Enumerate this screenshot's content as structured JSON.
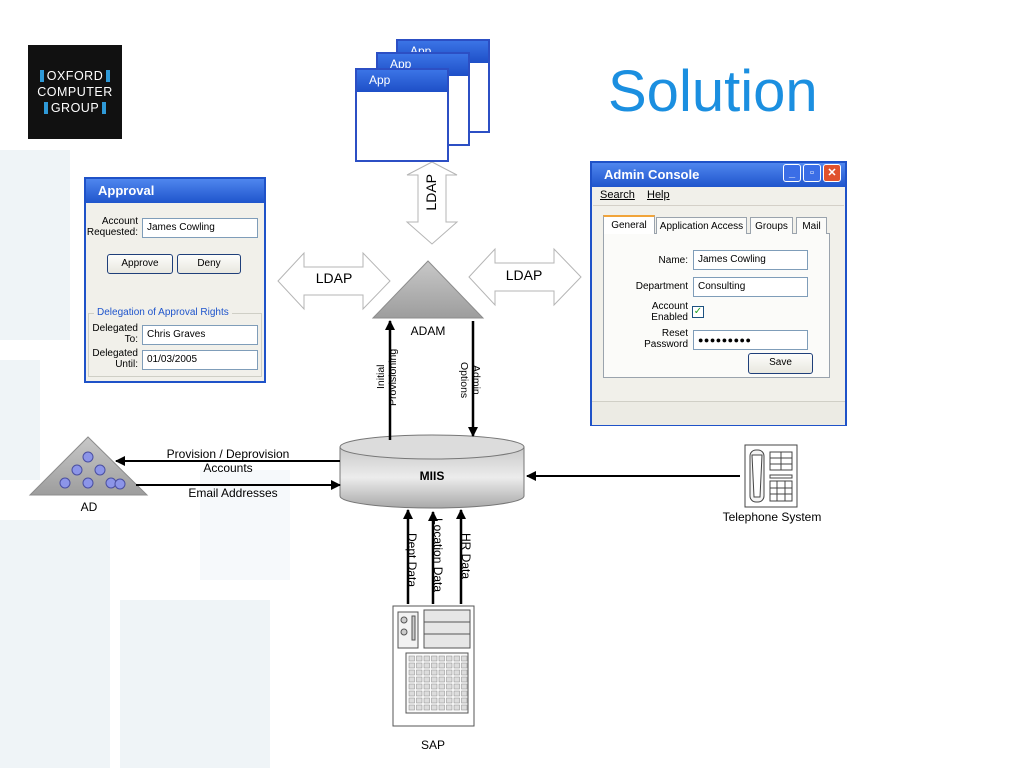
{
  "slide": {
    "title": "Solution"
  },
  "logo": {
    "line1": "OXFORD",
    "line2": "COMPUTER",
    "line3": "GROUP"
  },
  "app_stack": {
    "back_label": "App",
    "middle_label": "App",
    "front_label": "App"
  },
  "protocol_labels": {
    "top": "LDAP",
    "left": "LDAP",
    "right": "LDAP"
  },
  "approval": {
    "title": "Approval",
    "account_label": "Account Requested:",
    "account_value": "James Cowling",
    "approve_button": "Approve",
    "deny_button": "Deny",
    "delegation_title": "Delegation of Approval Rights",
    "delegated_to_label": "Delegated To:",
    "delegated_to_value": "Chris Graves",
    "delegated_until_label": "Delegated Until:",
    "delegated_until_value": "01/03/2005"
  },
  "admin_console": {
    "title": "Admin Console",
    "menu": [
      "Search",
      "Help"
    ],
    "tabs": [
      "General",
      "Application Access",
      "Groups",
      "Mail"
    ],
    "name_label": "Name:",
    "name_value": "James Cowling",
    "department_label": "Department",
    "department_value": "Consulting",
    "account_enabled_label": "Account Enabled",
    "account_enabled": true,
    "reset_password_label": "Reset Password",
    "password_value": "●●●●●●●●●",
    "save_button": "Save"
  },
  "nodes": {
    "adam": "ADAM",
    "miis": "MIIS",
    "ad": "AD",
    "telephone": "Telephone System",
    "sap": "SAP"
  },
  "flows": {
    "initial_provisioning": "Initial Provisioning",
    "admin_options": "Admin Options",
    "provision_deprovision": "Provision / Deprovision Accounts",
    "email_addresses": "Email Addresses",
    "dept_data": "Dept Data",
    "location_data": "Location Data",
    "hr_data": "HR Data"
  },
  "colors": {
    "title": "#1b8fe0",
    "window_border": "#1f52c8",
    "arrow": "#000000"
  }
}
